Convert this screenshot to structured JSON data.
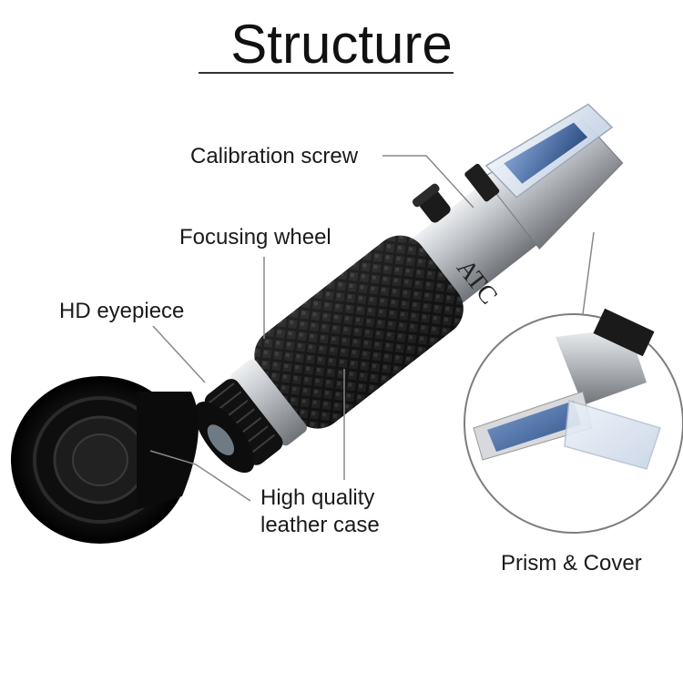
{
  "title": "Structure",
  "labels": {
    "calibration_screw": "Calibration screw",
    "focusing_wheel": "Focusing wheel",
    "hd_eyepiece": "HD eyepiece",
    "leather_case_line1": "High quality",
    "leather_case_line2": "leather case",
    "prism_cover": "Prism & Cover"
  },
  "body_marking": "ATC",
  "colors": {
    "background": "#ffffff",
    "text": "#1a1a1a",
    "leader_line": "#888888",
    "rubber_black": "#151515",
    "metal_silver": "#c9ccd0",
    "prism_blue": "#2e4f86"
  }
}
